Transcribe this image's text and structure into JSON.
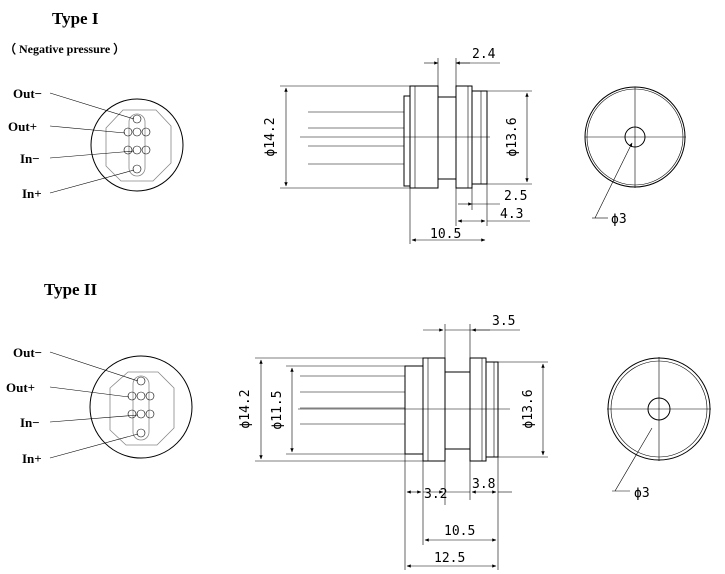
{
  "type1": {
    "title": "Type I",
    "subtitle": "（ Negative pressure ）",
    "pins": [
      "Out−",
      "Out+",
      "In−",
      "In+"
    ],
    "dims": {
      "d_body": "ϕ14.2",
      "d_cap": "ϕ13.6",
      "d_hole": "ϕ3",
      "w_top": "2.4",
      "w_a": "2.5",
      "w_b": "4.3",
      "w_total": "10.5"
    }
  },
  "type2": {
    "title": "Type II",
    "pins": [
      "Out−",
      "Out+",
      "In−",
      "In+"
    ],
    "dims": {
      "d_body": "ϕ14.2",
      "d_inner": "ϕ11.5",
      "d_cap": "ϕ13.6",
      "d_hole": "ϕ3",
      "w_top": "3.5",
      "w_a": "3.2",
      "w_b": "3.8",
      "w_mid": "10.5",
      "w_total": "12.5"
    }
  }
}
